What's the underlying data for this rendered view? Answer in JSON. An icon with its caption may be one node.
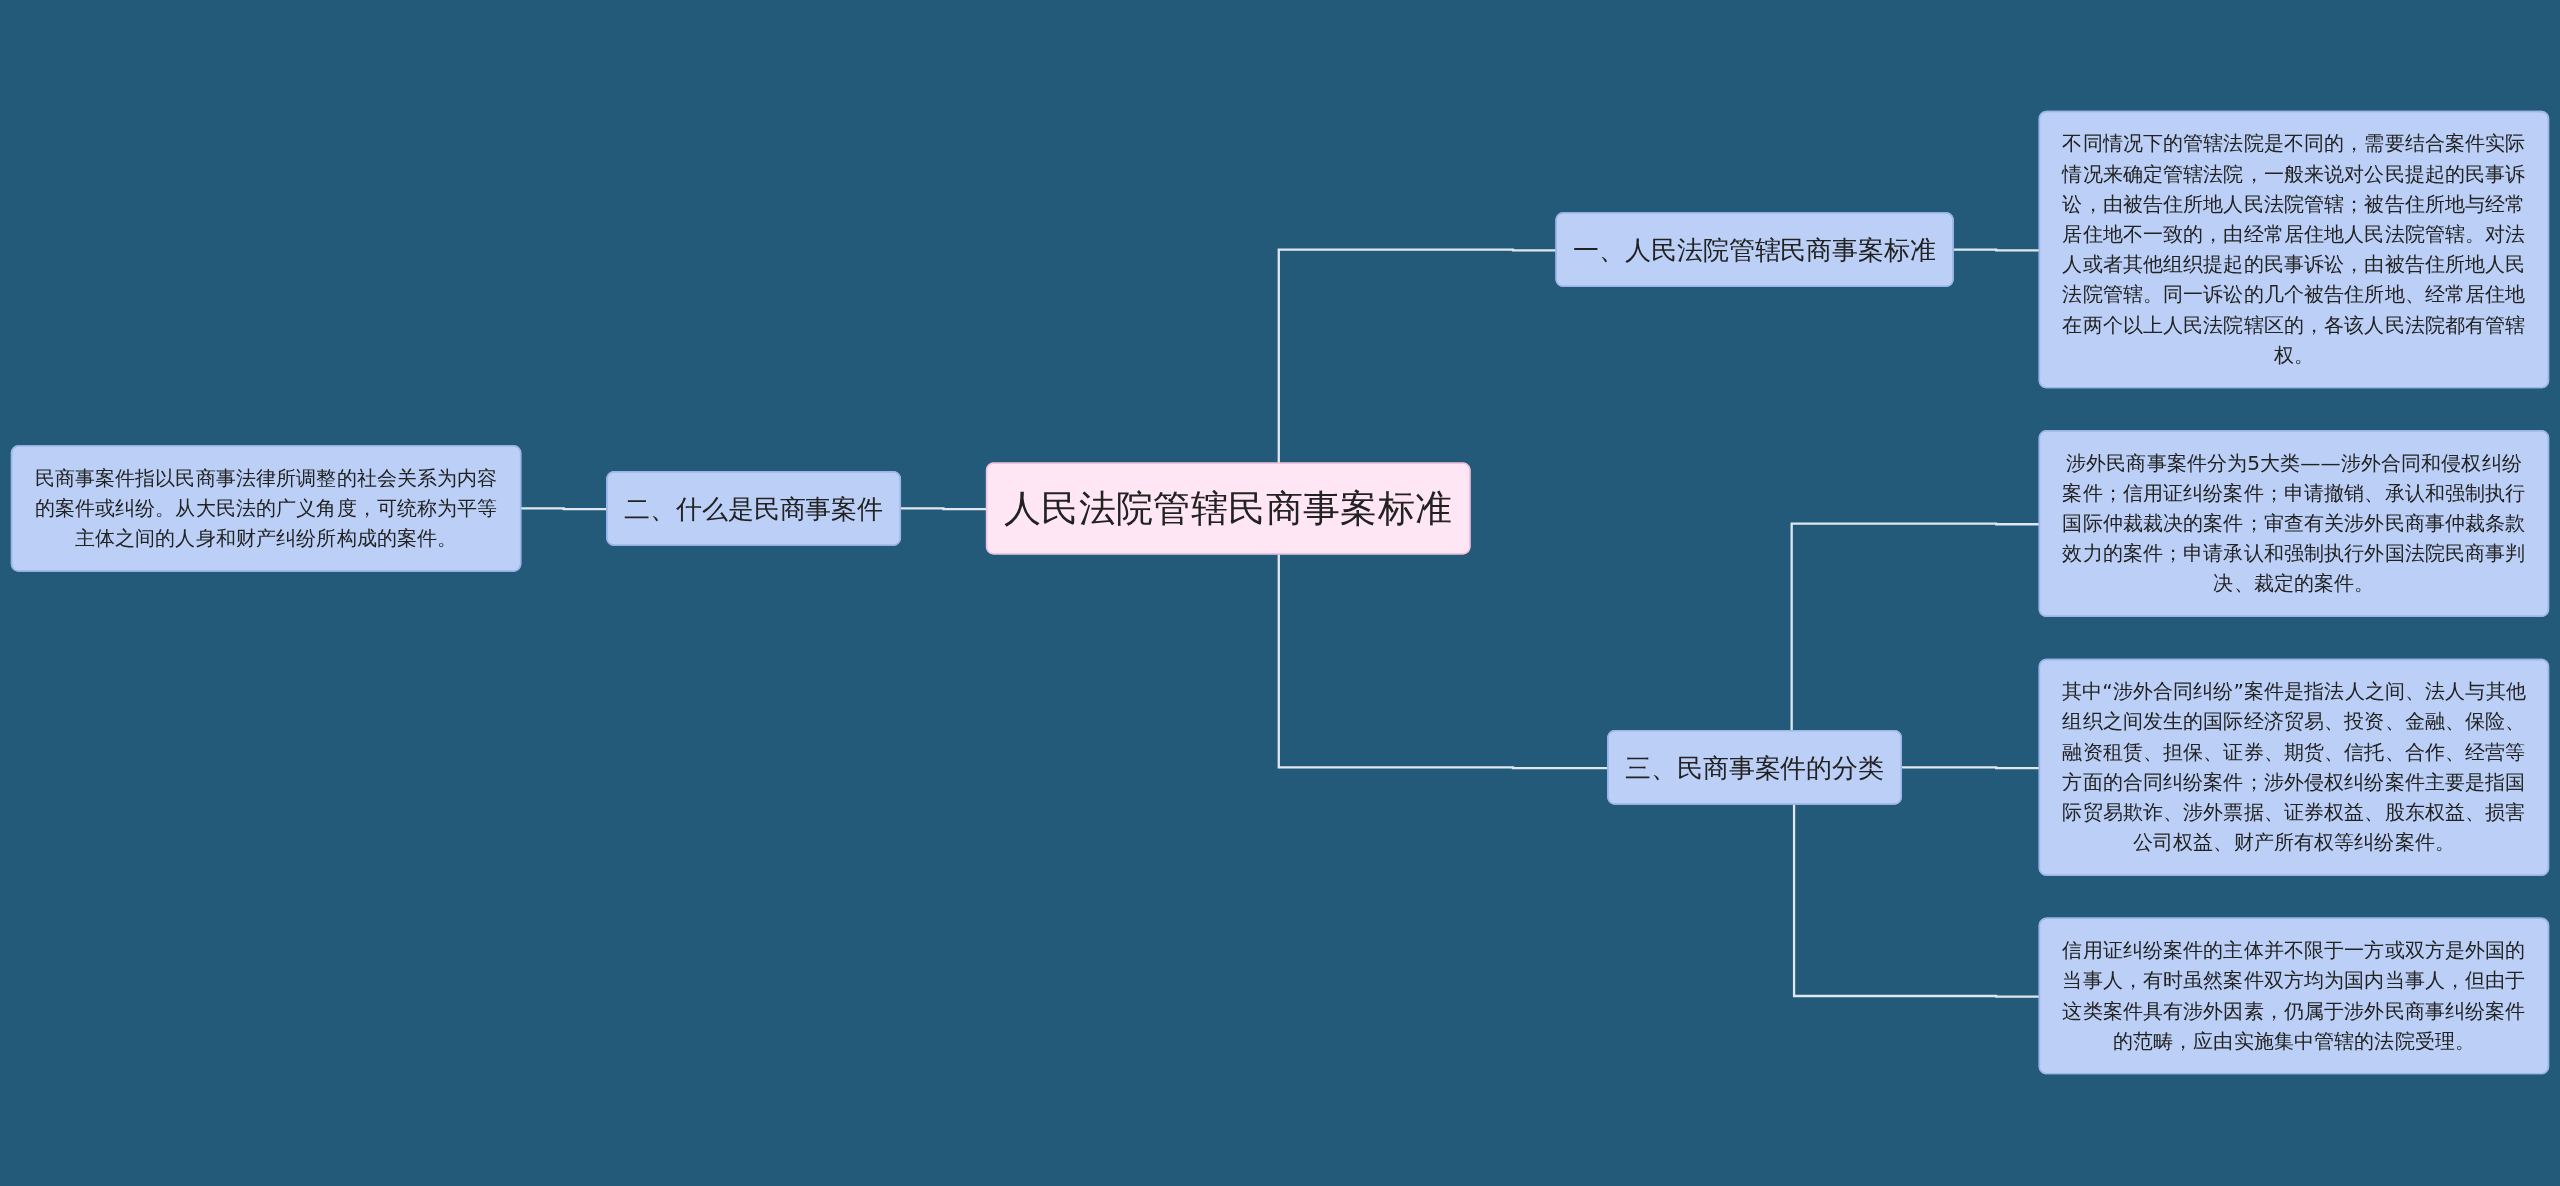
{
  "diagram": {
    "nodes": [
      {
        "text": [
          "人民法院管辖民商事案标准"
        ]
      },
      {
        "text": [
          "二、什么是民商事案件"
        ]
      },
      {
        "text": [
          "民商事案件指以民商事法律所调整的社会关系为内容的案件或纠纷。从大民法的广义角度，可统称为平等主体之间的人身和财产纠纷所构成的案件。"
        ]
      },
      {
        "text": [
          "一、人民法院管辖民商事案标准"
        ]
      },
      {
        "text": [
          "不同情况下的管辖法院是不同的，需要结合案件实际情况来确定管辖法院，一般来说对公民提起的民事诉讼，由被告住所地人民法院管辖；被告住所地与经常居住地不一致的，由经常居住地人民法院管辖。对法人或者其他组织提起的民事诉讼，由被告住所地人民法院管辖。同一诉讼的几个被告住所地、经常居住地在两个以上人民法院辖区的，各该人民法院都有管辖权。"
        ]
      },
      {
        "text": [
          "三、民商事案件的分类"
        ]
      },
      {
        "text": [
          "涉外民商事案件分为5大类——涉外合同和侵权纠纷案件；信用证纠纷案件；申请撤销、承认和强制执行国际仲裁裁决的案件；审查有关涉外民商事仲裁条款效力的案件；申请承认和强制执行外国法院民商事判决、裁定的案件。"
        ]
      },
      {
        "text": [
          "其中“涉外合同纠纷”案件是指法人之间、法人与其他组织之间发生的国际经济贸易、投资、金融、保险、融资租赁、担保、证券、期货、信托、合作、经营等方面的合同纠纷案件；涉外侵权纠纷案件主要是指国际贸易欺诈、涉外票据、证券权益、股东权益、损害公司权益、财产所有权等纠纷案件。"
        ]
      },
      {
        "text": [
          "信用证纠纷案件的主体并不限于一方或双方是外国的当事人，有时虽然案件双方均为国内当事人，但由于这类案件具有涉外因素，仍属于涉外民商事纠纷案件的范畴，应由实施集中管辖的法院受理。"
        ]
      }
    ],
    "edges": [
      {
        "from": 2,
        "to": 1,
        "arrow": "none"
      },
      {
        "from": 1,
        "to": 0,
        "arrow": "none"
      },
      {
        "from": 0,
        "to": 3,
        "arrow": "none"
      },
      {
        "from": 3,
        "to": 4,
        "arrow": "none"
      },
      {
        "from": 0,
        "to": 5,
        "arrow": "none"
      },
      {
        "from": 5,
        "to": 6,
        "arrow": "none"
      },
      {
        "from": 5,
        "to": 7,
        "arrow": "none"
      },
      {
        "from": 5,
        "to": 8,
        "arrow": "none"
      }
    ]
  }
}
